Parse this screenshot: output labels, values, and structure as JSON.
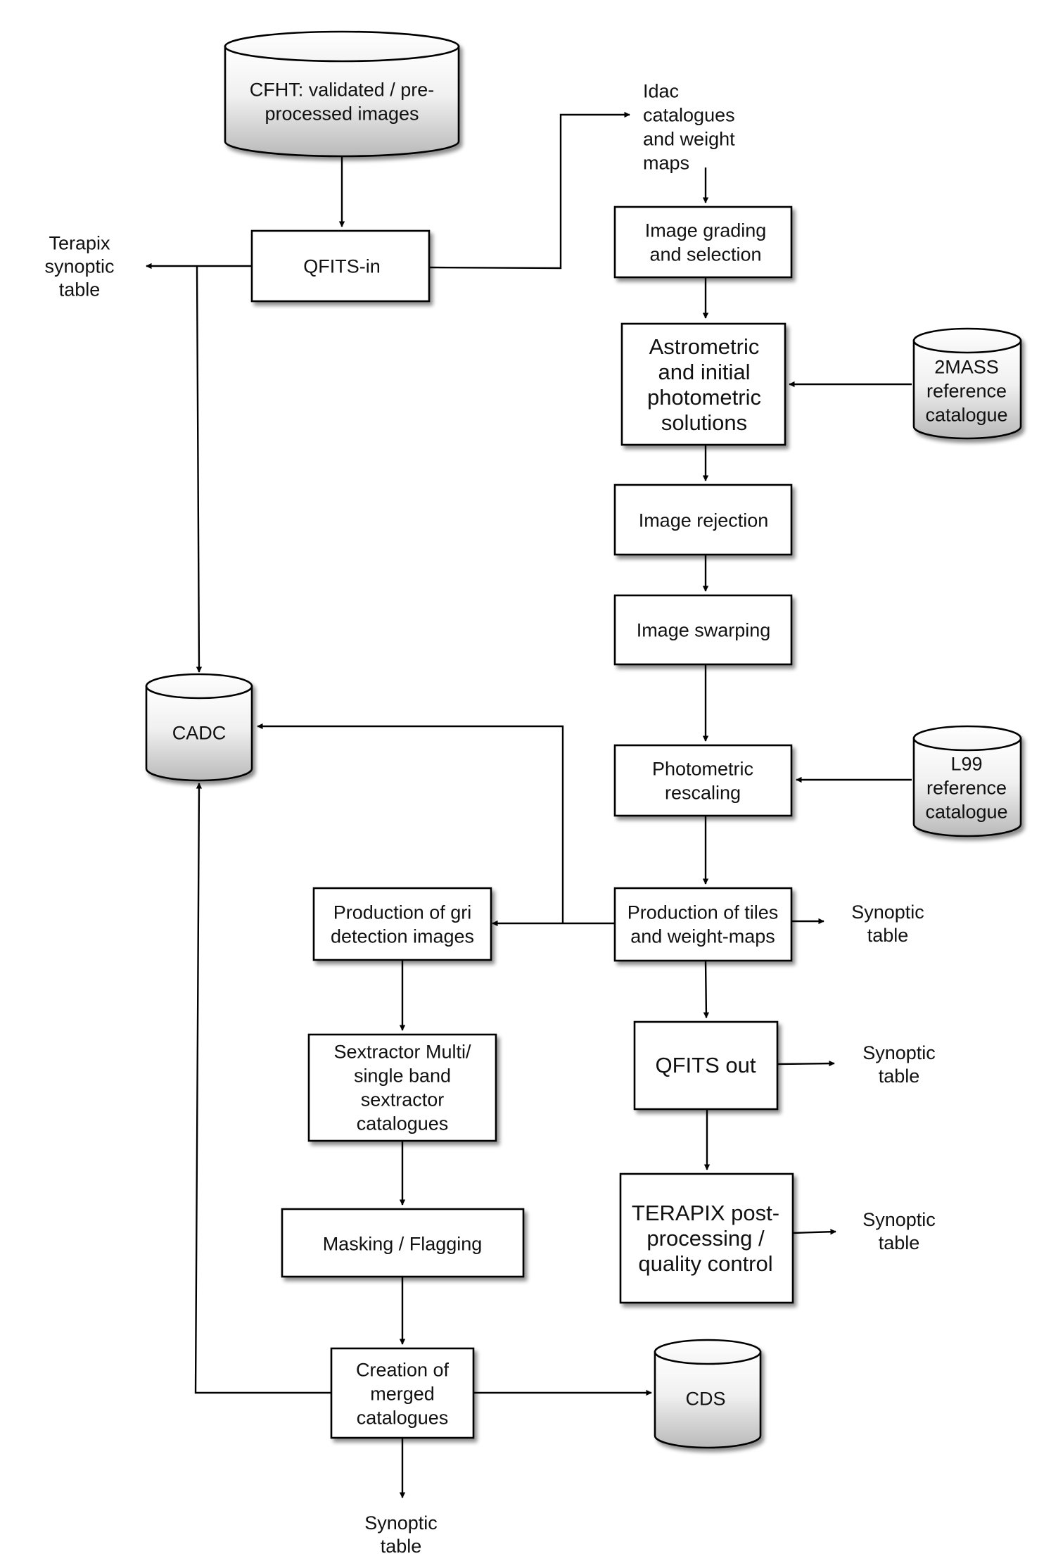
{
  "nodes": {
    "cfht": {
      "lines": [
        "CFHT: validated / pre-",
        "processed images"
      ]
    },
    "qfits_in": {
      "lines": [
        "QFITS-in"
      ]
    },
    "terapix_syn": {
      "lines": [
        "Terapix",
        "synoptic",
        "table"
      ]
    },
    "idac": {
      "lines": [
        "Idac",
        "catalogues",
        "and weight",
        "maps"
      ]
    },
    "grading": {
      "lines": [
        "Image grading",
        "and selection"
      ]
    },
    "astrometric": {
      "lines": [
        "Astrometric",
        "and initial",
        "photometric",
        "solutions"
      ]
    },
    "twomass": {
      "lines": [
        "2MASS",
        "reference",
        "catalogue"
      ]
    },
    "rejection": {
      "lines": [
        "Image rejection"
      ]
    },
    "swarping": {
      "lines": [
        "Image swarping"
      ]
    },
    "photometric": {
      "lines": [
        "Photometric",
        "rescaling"
      ]
    },
    "l99": {
      "lines": [
        "L99",
        "reference",
        "catalogue"
      ]
    },
    "cadc": {
      "lines": [
        "CADC"
      ]
    },
    "tiles": {
      "lines": [
        "Production of tiles",
        "and weight-maps"
      ]
    },
    "syn_tiles": {
      "lines": [
        "Synoptic",
        "table"
      ]
    },
    "gri": {
      "lines": [
        "Production of gri",
        "detection images"
      ]
    },
    "qfits_out": {
      "lines": [
        "QFITS out"
      ]
    },
    "syn_qfits": {
      "lines": [
        "Synoptic",
        "table"
      ]
    },
    "sextractor": {
      "lines": [
        "Sextractor Multi/",
        "single band",
        "sextractor",
        "catalogues"
      ]
    },
    "terapix_post": {
      "lines": [
        "TERAPIX post-",
        "processing /",
        "quality control"
      ]
    },
    "syn_post": {
      "lines": [
        "Synoptic",
        "table"
      ]
    },
    "masking": {
      "lines": [
        "Masking / Flagging"
      ]
    },
    "merged": {
      "lines": [
        "Creation of",
        "merged",
        "catalogues"
      ]
    },
    "cds": {
      "lines": [
        "CDS"
      ]
    },
    "syn_merged": {
      "lines": [
        "Synoptic",
        "table"
      ]
    }
  }
}
